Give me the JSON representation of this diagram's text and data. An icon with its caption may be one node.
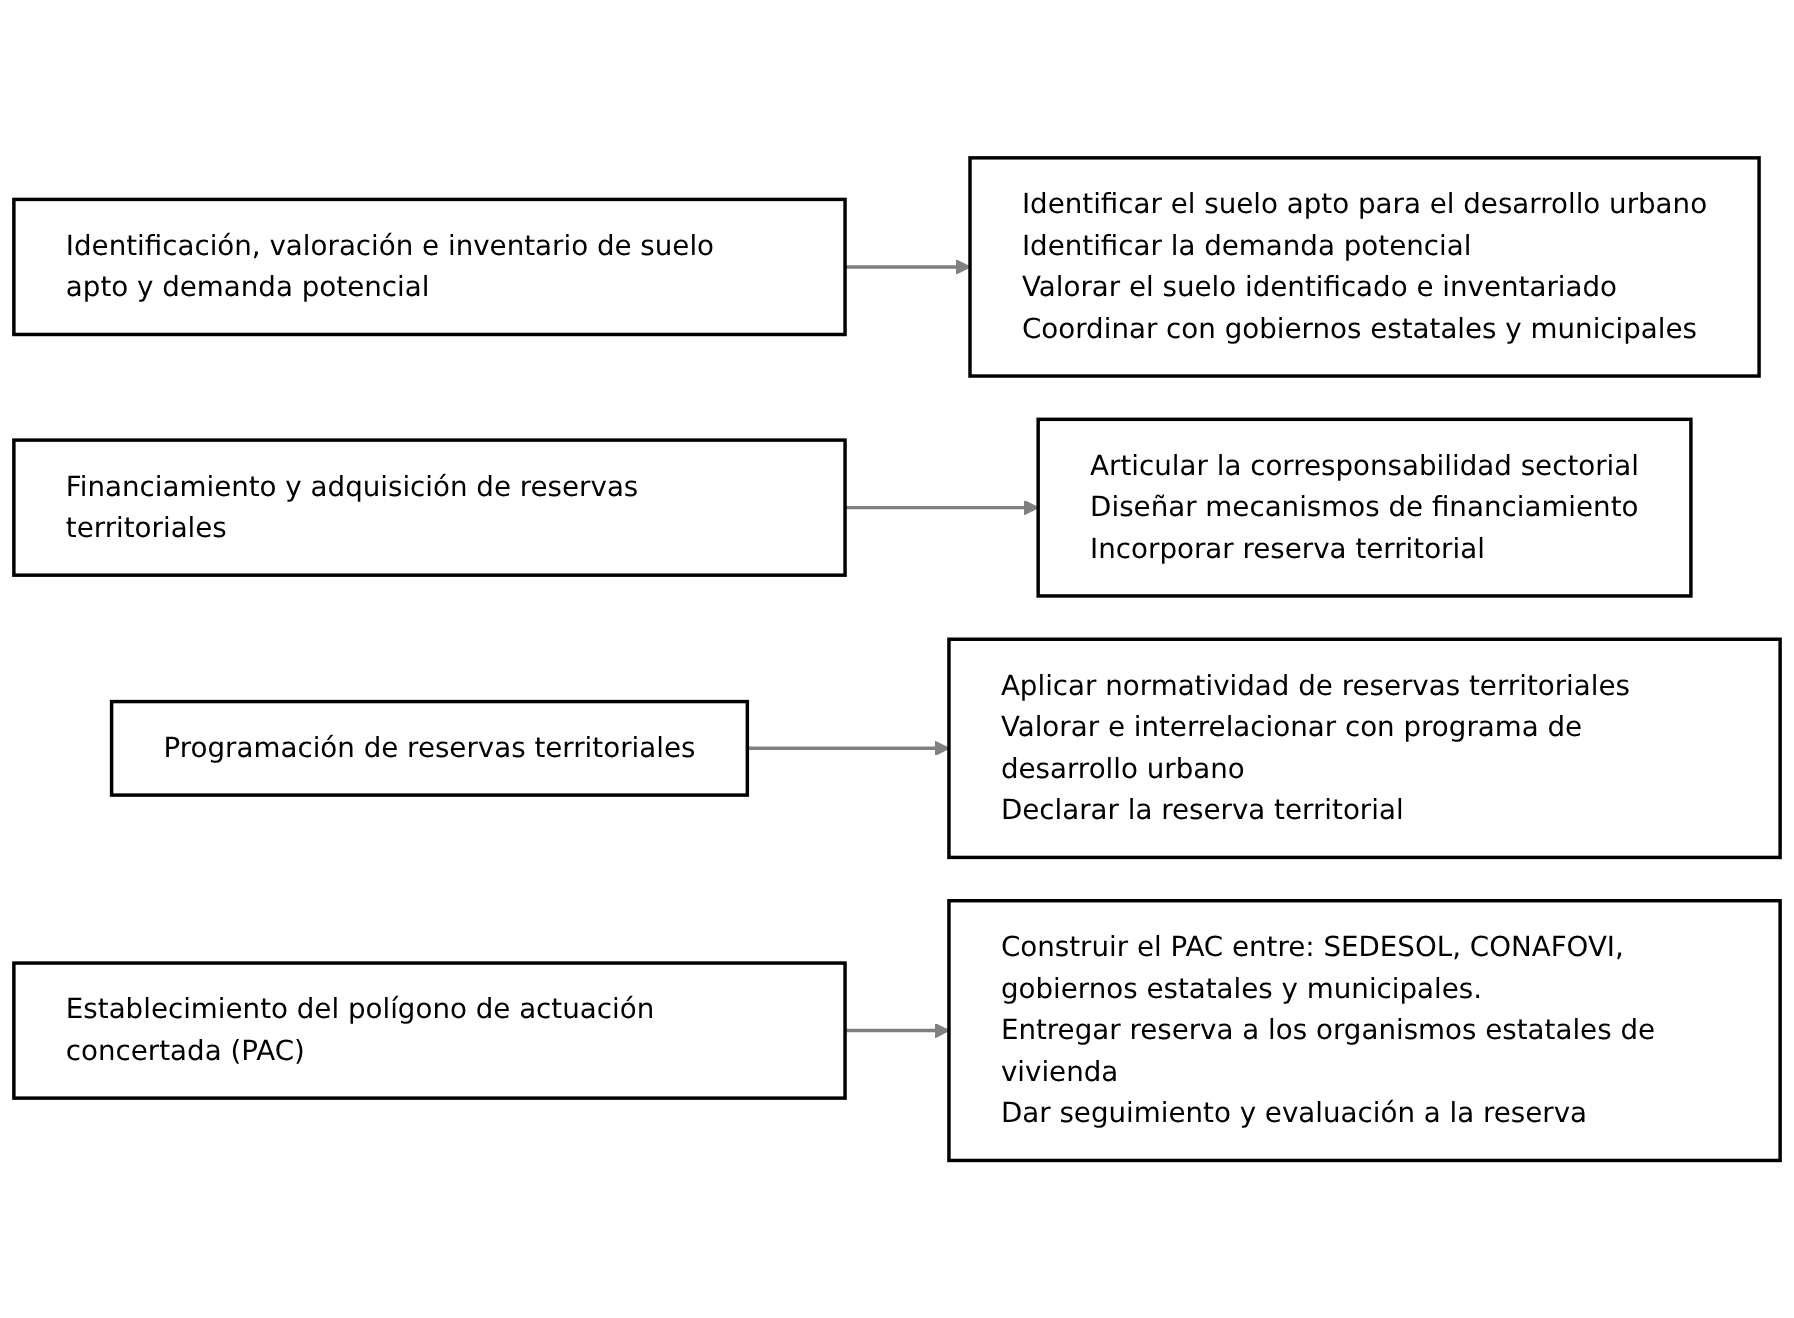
{
  "diagram": {
    "nodes": [
      {
        "text": [
          "Identificación, valoración e inventario de suelo apto y demanda potencial"
        ]
      },
      {
        "text": [
          "Identificar el suelo apto para el desarrollo urbano",
          "Identificar la demanda potencial",
          "Valorar el suelo identificado e inventariado",
          "Coordinar con gobiernos estatales y municipales"
        ]
      },
      {
        "text": [
          "Financiamiento y adquisición de reservas territoriales"
        ]
      },
      {
        "text": [
          "Articular la corresponsabilidad sectorial",
          "Diseñar mecanismos de financiamiento",
          "Incorporar reserva territorial"
        ]
      },
      {
        "text": [
          "Programación de reservas territoriales"
        ]
      },
      {
        "text": [
          "Aplicar normatividad de reservas territoriales",
          "Valorar e interrelacionar con programa de desarrollo urbano",
          "Declarar la reserva territorial"
        ]
      },
      {
        "text": [
          "Establecimiento del polígono de actuación concertada (PAC)"
        ]
      },
      {
        "text": [
          "Construir el PAC entre: SEDESOL, CONAFOVI, gobiernos estatales y municipales.",
          "Entregar reserva a los organismos estatales de vivienda",
          "Dar seguimiento y evaluación a la reserva"
        ]
      }
    ],
    "edges": [
      {
        "from": 0,
        "to": 1,
        "arrow": "to"
      },
      {
        "from": 2,
        "to": 3,
        "arrow": "to"
      },
      {
        "from": 4,
        "to": 5,
        "arrow": "to"
      },
      {
        "from": 6,
        "to": 7,
        "arrow": "to"
      }
    ]
  }
}
